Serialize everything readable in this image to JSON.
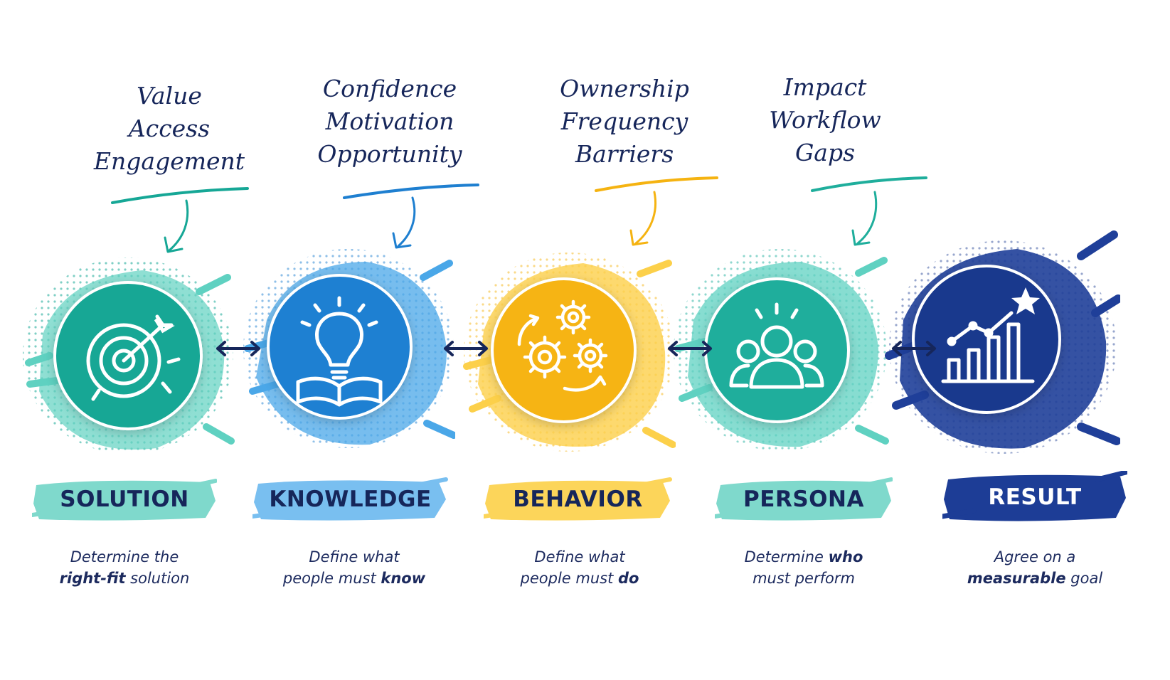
{
  "colors": {
    "navy": "#16265a",
    "teal": "#16a796",
    "blue": "#1e7fd0",
    "yellow": "#f5b311",
    "teal2": "#1fae9c",
    "darkblue": "#18398f"
  },
  "steps": [
    {
      "label": "SOLUTION",
      "notes": [
        "Value",
        "Access",
        "Engagement"
      ],
      "desc_line1": "Determine the",
      "desc_line2_bold": "right-fit",
      "desc_line2_rest": " solution",
      "icon": "target-icon",
      "color": "#16a796"
    },
    {
      "label": "KNOWLEDGE",
      "notes": [
        "Confidence",
        "Motivation",
        "Opportunity"
      ],
      "desc_line1": "Define what",
      "desc_line2_pre": "people must ",
      "desc_line2_bold": "know",
      "icon": "lightbulb-book-icon",
      "color": "#1e7fd0"
    },
    {
      "label": "BEHAVIOR",
      "notes": [
        "Ownership",
        "Frequency",
        "Barriers"
      ],
      "desc_line1": "Define what",
      "desc_line2_pre": "people must ",
      "desc_line2_bold": "do",
      "icon": "gears-icon",
      "color": "#f5b311"
    },
    {
      "label": "PERSONA",
      "notes": [
        "Impact",
        "Workflow",
        "Gaps"
      ],
      "desc_line1_pre": "Determine ",
      "desc_line1_bold": "who",
      "desc_line2": "must perform",
      "icon": "people-icon",
      "color": "#1fae9c"
    },
    {
      "label": "RESULT",
      "desc_line1": "Agree on a",
      "desc_line2_bold": "measurable",
      "desc_line2_rest": " goal",
      "icon": "growth-chart-icon",
      "color": "#18398f"
    }
  ]
}
